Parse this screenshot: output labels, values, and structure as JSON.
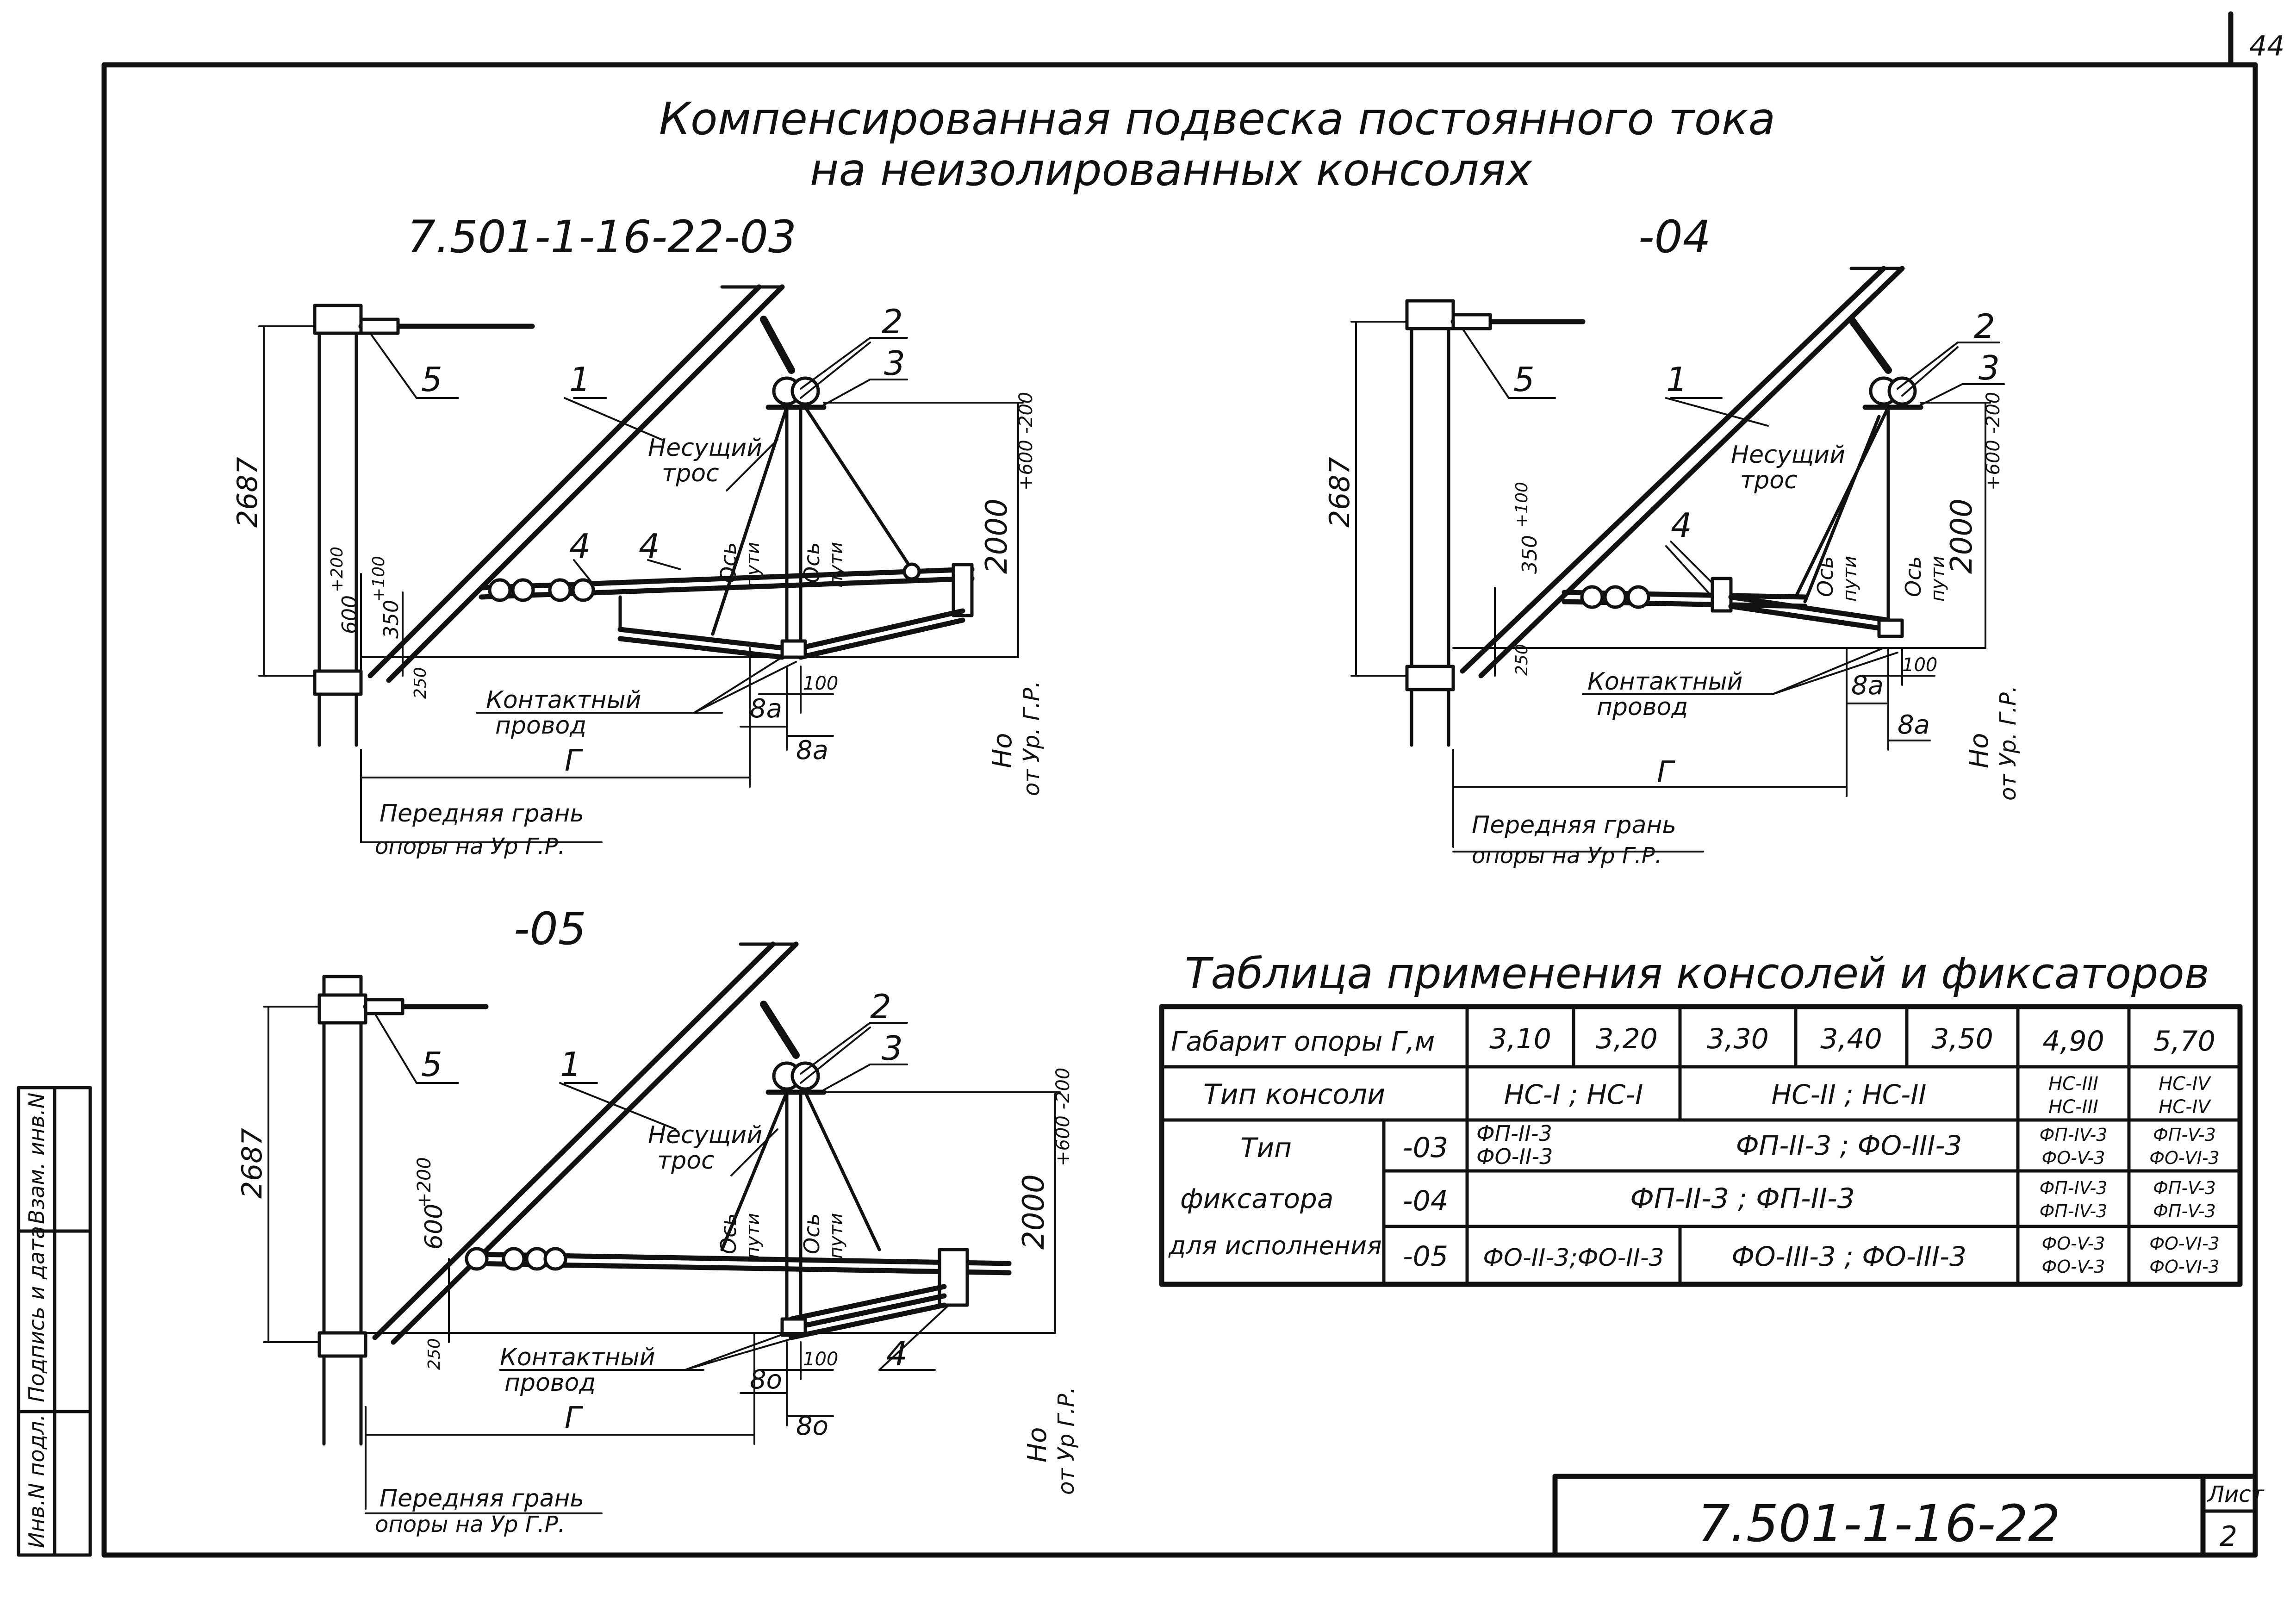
{
  "page_number": "44",
  "title_line1": "Компенсированная подвеска постоянного тока",
  "title_line2": "на неизолированных консолях",
  "drawings": [
    {
      "id": "d03",
      "heading": "7.501-1-16-22-03",
      "callouts": [
        "5",
        "1",
        "2",
        "3",
        "4",
        "4"
      ],
      "dims": {
        "height_total": "2687",
        "d600": "600",
        "d600_tol": "+200",
        "d350": "350",
        "d350_tol": "+100",
        "d250": "250",
        "d100": "100",
        "ba1": "8а",
        "ba2": "8а",
        "g": "Г",
        "h2000": "2000",
        "h2000_tol": "+600 -200"
      },
      "labels": {
        "messenger_1": "Несущий",
        "messenger_2": "трос",
        "axis1_1": "Ось",
        "axis1_2": "пути",
        "axis2_1": "Ось",
        "axis2_2": "пути",
        "contact_1": "Контактный",
        "contact_2": "провод",
        "front_1": "Передняя грань",
        "front_2": "опоры на Ур Г.Р.",
        "ho_1": "Но",
        "ho_2": "от Ур. Г.Р."
      }
    },
    {
      "id": "d04",
      "heading": "-04",
      "callouts": [
        "5",
        "1",
        "2",
        "3",
        "4"
      ],
      "dims": {
        "height_total": "2687",
        "d350": "350",
        "d350_tol": "+100",
        "d250": "250",
        "d100": "100",
        "ba1": "8а",
        "ba2": "8а",
        "g": "Г",
        "h2000": "2000",
        "h2000_tol": "+600 -200"
      },
      "labels": {
        "messenger_1": "Несущий",
        "messenger_2": "трос",
        "axis1_1": "Ось",
        "axis1_2": "пути",
        "axis2_1": "Ось",
        "axis2_2": "пути",
        "contact_1": "Контактный",
        "contact_2": "провод",
        "front_1": "Передняя грань",
        "front_2": "опоры на Ур Г.Р.",
        "ho_1": "Но",
        "ho_2": "от Ур. Г.Р."
      }
    },
    {
      "id": "d05",
      "heading": "-05",
      "callouts": [
        "5",
        "1",
        "2",
        "3",
        "4"
      ],
      "dims": {
        "height_total": "2687",
        "d600": "600",
        "d600_tol": "+200",
        "d250": "250",
        "d100": "100",
        "ba1": "8о",
        "ba2": "8о",
        "g": "Г",
        "h2000": "2000",
        "h2000_tol": "+600 -200"
      },
      "labels": {
        "messenger_1": "Несущий",
        "messenger_2": "трос",
        "axis1_1": "Ось",
        "axis1_2": "пути",
        "axis2_1": "Ось",
        "axis2_2": "пути",
        "contact_1": "Контактный",
        "contact_2": "провод",
        "front_1": "Передняя грань",
        "front_2": "опоры на Ур Г.Р.",
        "ho_1": "Но",
        "ho_2": "от Ур Г.Р."
      }
    }
  ],
  "table": {
    "title": "Таблица применения консолей и фиксаторов",
    "row1_label": "Габарит опоры Г,м",
    "gabarits": [
      "3,10",
      "3,20",
      "3,30",
      "3,40",
      "3,50",
      "4,90",
      "5,70"
    ],
    "row2_label": "Тип консоли",
    "console_a": "НС-I ; НС-I",
    "console_b": "НС-II ; НС-II",
    "console_c1": "НС-III",
    "console_c2": "НС-III",
    "console_d1": "НС-IV",
    "console_d2": "НС-IV",
    "fix_label_1": "Тип",
    "fix_label_2": "фиксатора",
    "fix_label_3": "для исполнения",
    "rows": [
      {
        "code": "-03",
        "a1": "ФП-II-3",
        "a2": "ФО-II-3",
        "b": "ФП-II-3 ; ФО-III-3",
        "c1": "ФП-IV-3",
        "c2": "ФО-V-3",
        "d1": "ФП-V-3",
        "d2": "ФО-VI-3"
      },
      {
        "code": "-04",
        "ab": "ФП-II-3 ;  ФП-II-3",
        "c1": "ФП-IV-3",
        "c2": "ФП-IV-3",
        "d1": "ФП-V-3",
        "d2": "ФП-V-3"
      },
      {
        "code": "-05",
        "a": "ФО-II-3;ФО-II-3",
        "b": "ФО-III-3 ; ФО-III-3",
        "c1": "ФО-V-3",
        "c2": "ФО-V-3",
        "d1": "ФО-VI-3",
        "d2": "ФО-VI-3"
      }
    ]
  },
  "stamp": {
    "doc_number": "7.501-1-16-22",
    "sheet_label": "Лист",
    "sheet_number": "2"
  },
  "sidebar": [
    "Инв.N подл.",
    "Подпись и дата",
    "Взам. инв.N"
  ]
}
